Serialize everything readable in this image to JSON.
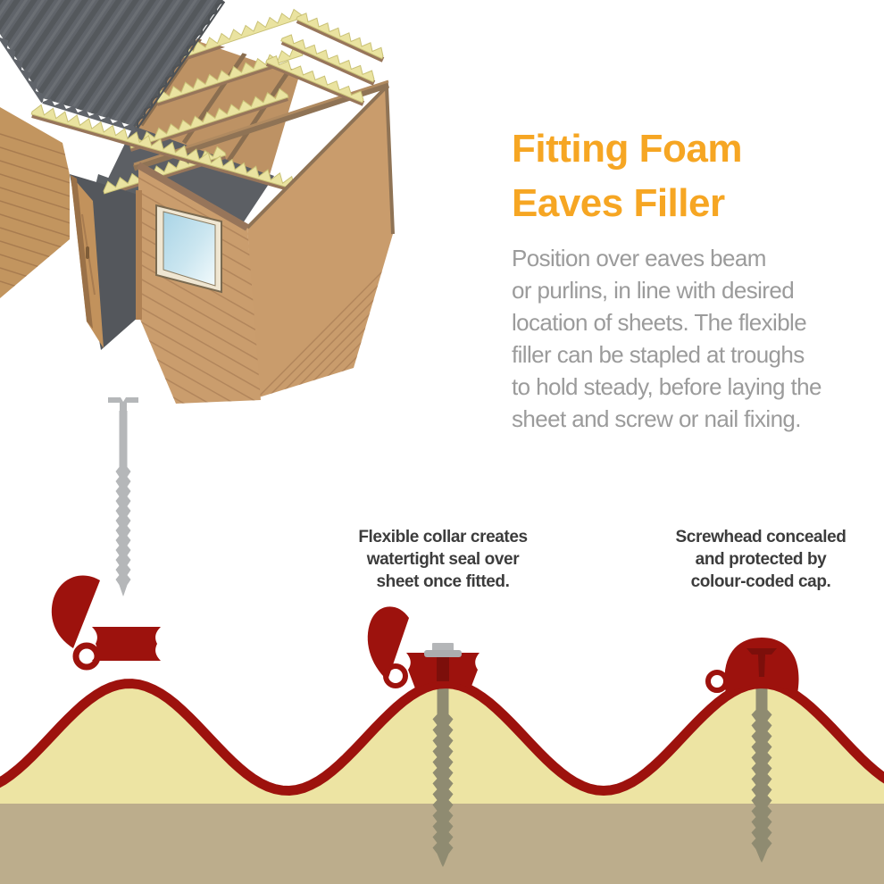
{
  "title": {
    "line1": "Fitting Foam",
    "line2": "Eaves Filler",
    "full": "Fitting Foam\nEaves Filler"
  },
  "description": "Position over eaves beam\nor purlins, in line with desired\nlocation of sheets. The flexible\nfiller can be stapled at troughs\nto hold steady, before laying the\nsheet and screw or nail fixing.",
  "annotations": {
    "collar_note": "Flexible collar creates\nwatertight seal over\nsheet once fitted.",
    "cap_note": "Screwhead concealed\nand protected by\ncolour-coded cap."
  },
  "illustrations": {
    "shed": "timber shed with corrugated roof sheets, exposed purlin framing, foam eaves filler strips, window and open door",
    "screw": "roofing screw",
    "stage_1": "open colour-coded cap and collar above sheet crest",
    "stage_2": "screw fixed through crest with flexible collar, cap open",
    "stage_3": "cap closed over screwhead"
  },
  "colors": {
    "accent_orange": "#F6A623",
    "body_gray": "#9B9B9B",
    "note_dark": "#3C3C3C",
    "cap_red": "#9D120D",
    "cap_red_dark": "#7C0F0B",
    "sheet_tan": "#EDE4A3",
    "ground_brown": "#BCAD8C",
    "screw_gray": "#B5B7B9",
    "screw_buried": "#8F8B71",
    "roof_gray": "#60646A",
    "wood_wall": "#C99C6C",
    "wood_dark": "#97755A",
    "foam_yellow": "#EAE3A0",
    "interior_gray": "#5C5F64",
    "glass_blue": "#AFD8E8"
  }
}
